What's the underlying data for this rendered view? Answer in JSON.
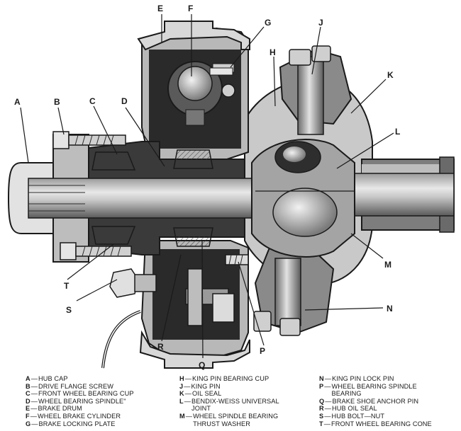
{
  "callouts": [
    "A",
    "B",
    "C",
    "D",
    "E",
    "F",
    "G",
    "H",
    "J",
    "K",
    "L",
    "M",
    "N",
    "P",
    "Q",
    "R",
    "S",
    "T"
  ],
  "legend": {
    "col1": [
      {
        "key": "A",
        "text": "HUB CAP"
      },
      {
        "key": "B",
        "text": "DRIVE FLANGE SCREW"
      },
      {
        "key": "C",
        "text": "FRONT WHEEL BEARING CUP"
      },
      {
        "key": "D",
        "text": "WHEEL BEARING SPINDLE\""
      },
      {
        "key": "E",
        "text": "BRAKE DRUM"
      },
      {
        "key": "F",
        "text": "WHEEL BRAKE CYLINDER"
      },
      {
        "key": "G",
        "text": "BRAKE LOCKING PLATE"
      }
    ],
    "col2": [
      {
        "key": "H",
        "text": "KING PIN BEARING CUP"
      },
      {
        "key": "J",
        "text": "KING PIN"
      },
      {
        "key": "K",
        "text": "OIL SEAL"
      },
      {
        "key": "L",
        "text": "BENDIX-WEISS UNIVERSAL JOINT"
      },
      {
        "key": "M",
        "text": "WHEEL SPINDLE BEARING THRUST WASHER"
      }
    ],
    "col3": [
      {
        "key": "N",
        "text": "KING PIN LOCK PIN"
      },
      {
        "key": "P",
        "text": "WHEEL BEARING SPINDLE BEARING"
      },
      {
        "key": "Q",
        "text": "BRAKE SHOE ANCHOR PIN"
      },
      {
        "key": "R",
        "text": "HUB OIL SEAL"
      },
      {
        "key": "S",
        "text": "HUB BOLT—NUT"
      },
      {
        "key": "T",
        "text": "FRONT WHEEL BEARING CONE"
      }
    ]
  },
  "colors": {
    "ink": "#1a1a1a",
    "dark": "#2a2a2a",
    "mid": "#6e6e6e",
    "light": "#b5b5b5",
    "paper": "#ffffff"
  }
}
